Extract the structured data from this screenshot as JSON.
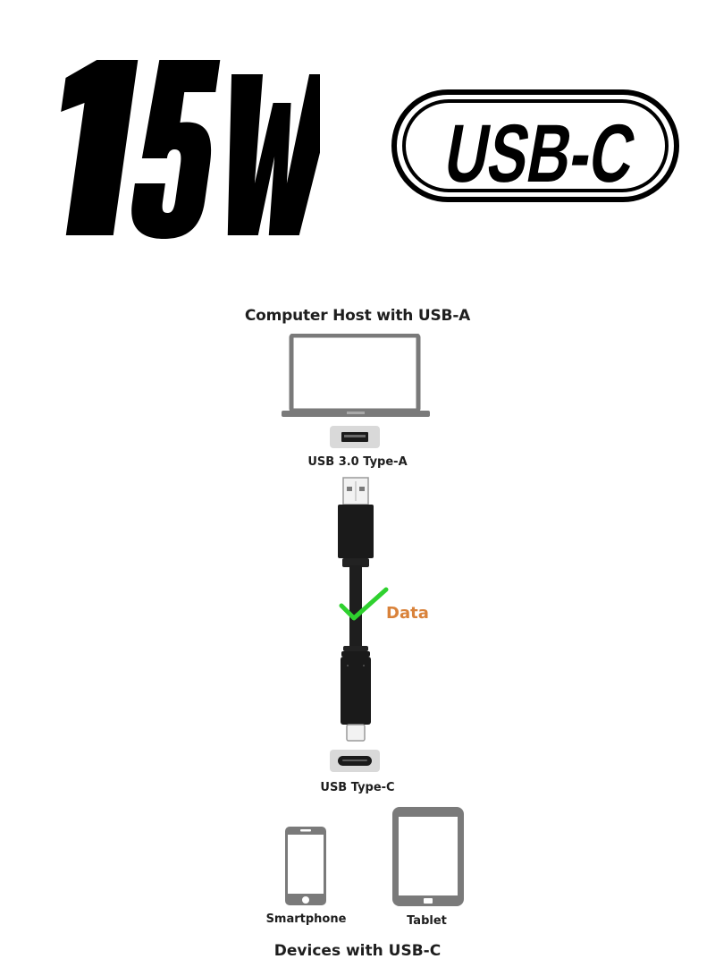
{
  "header": {
    "power_label": "15W",
    "connector_badge": "USB-C"
  },
  "diagram": {
    "host": {
      "title": "Computer Host with USB-A",
      "port_label": "USB 3.0 Type-A",
      "icon": "laptop-icon"
    },
    "cable": {
      "feature_label": "Data",
      "feature_icon": "checkmark-icon",
      "feature_color": "#d9823a",
      "check_color": "#2fd12f"
    },
    "device_port": {
      "port_label": "USB Type-C"
    },
    "devices": {
      "items": [
        {
          "label": "Smartphone",
          "icon": "smartphone-icon"
        },
        {
          "label": "Tablet",
          "icon": "tablet-icon"
        }
      ],
      "caption": "Devices with USB-C"
    }
  },
  "colors": {
    "icon_gray": "#7a7a7a",
    "port_bg": "#d9d9d9",
    "cable_black": "#1a1a1a"
  }
}
